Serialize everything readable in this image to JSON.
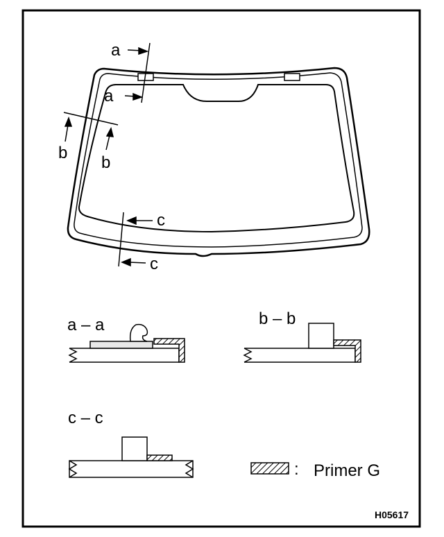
{
  "sections": {
    "a_arrow": "a",
    "b_arrow": "b",
    "c_arrow": "c",
    "a_title": "a – a",
    "b_title": "b – b",
    "c_title": "c – c"
  },
  "legend": {
    "colon": ":",
    "label": "Primer G"
  },
  "figure_code": "H05617"
}
